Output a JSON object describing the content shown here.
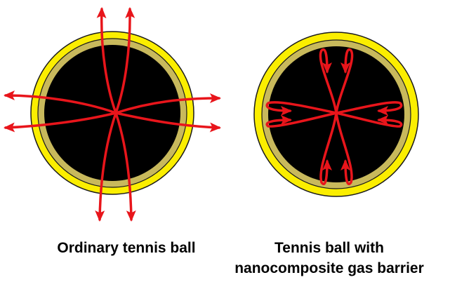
{
  "panels": [
    {
      "caption_lines": [
        "Ordinary tennis ball"
      ]
    },
    {
      "caption_lines": [
        "Tennis ball with",
        "nanocomposite gas barrier"
      ]
    }
  ],
  "colors": {
    "outer_shell": "#fbee00",
    "barrier_layer": "#c8b95c",
    "core": "#000000",
    "arrows": "#e8151b",
    "outline": "#1a1a1a"
  }
}
